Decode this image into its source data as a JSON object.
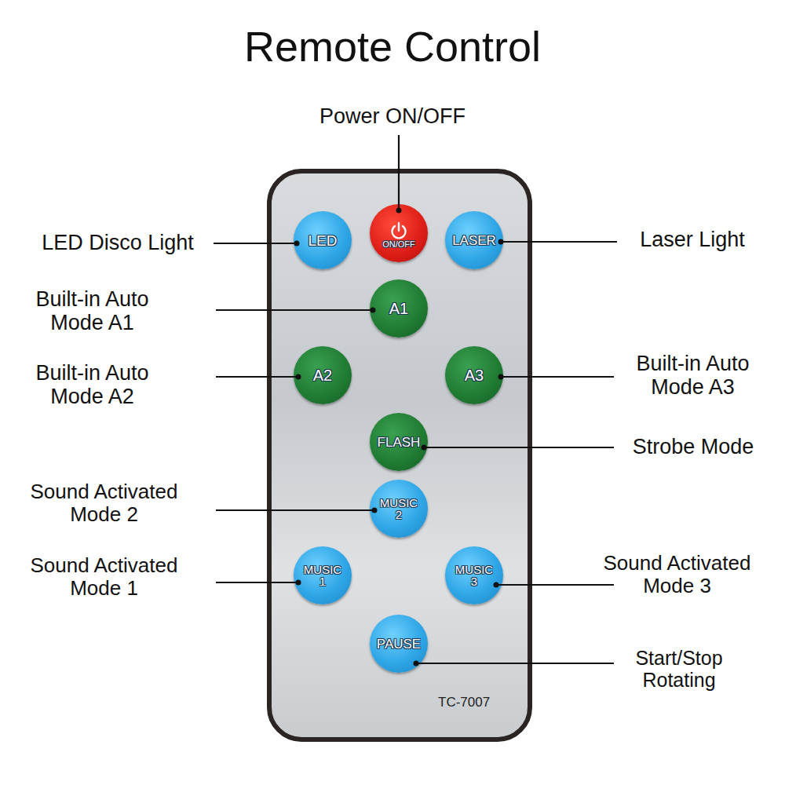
{
  "diagram": {
    "title": "Remote Control",
    "nodes": [
      {
        "text": [
          "TC-7007"
        ]
      },
      {
        "text": [
          "LED"
        ],
        "in": 0
      },
      {
        "text": [
          "ON/OFF"
        ],
        "in": 0
      },
      {
        "text": [
          "LASER"
        ],
        "in": 0
      },
      {
        "text": [
          "A1"
        ],
        "in": 0
      },
      {
        "text": [
          "A2"
        ],
        "in": 0
      },
      {
        "text": [
          "A3"
        ],
        "in": 0
      },
      {
        "text": [
          "FLASH"
        ],
        "in": 0
      },
      {
        "text": [
          "MUSIC 2"
        ],
        "in": 0
      },
      {
        "text": [
          "MUSIC 1"
        ],
        "in": 0
      },
      {
        "text": [
          "MUSIC 3"
        ],
        "in": 0
      },
      {
        "text": [
          "PAUSE"
        ],
        "in": 0
      }
    ],
    "labels": [
      "Power ON/OFF",
      "LED Disco Light",
      "Laser Light",
      "Built-in Auto Mode A1",
      "Built-in Auto Mode A2",
      "Built-in Auto Mode A3",
      "Strobe Mode",
      "Sound Activated Mode 2",
      "Sound Activated Mode 1",
      "Sound Activated Mode 3",
      "Start/Stop Rotating"
    ]
  }
}
